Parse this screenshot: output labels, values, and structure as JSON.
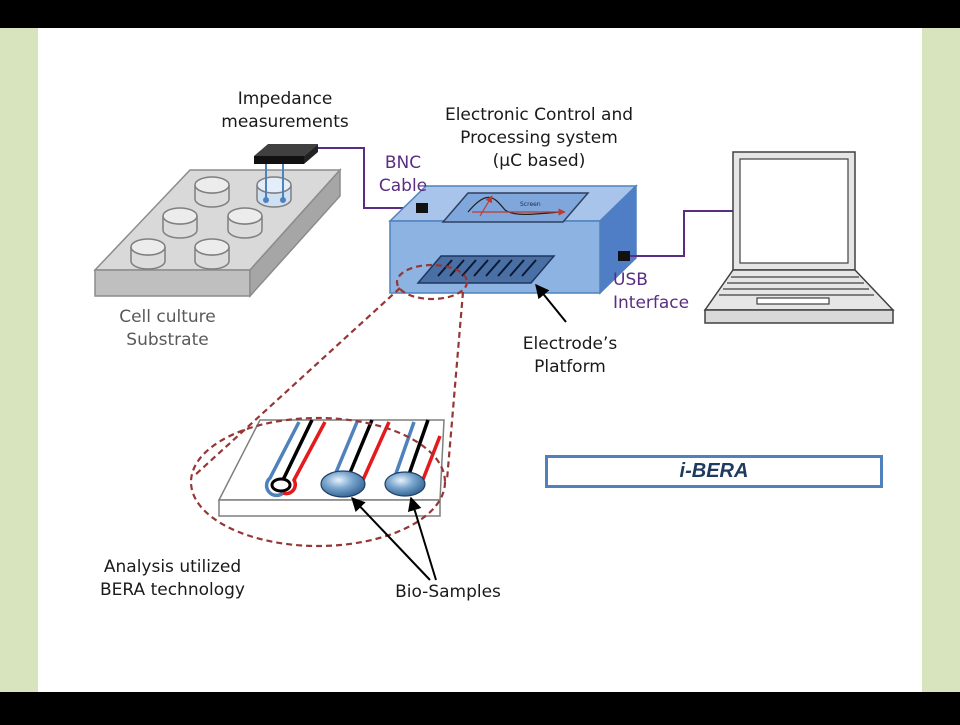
{
  "colors": {
    "frame": "#000000",
    "side_panel": "#d7e4bd",
    "canvas": "#ffffff",
    "device_blue": "#7fa7dc",
    "cable": "#5b2d82",
    "zoom_line": "#953735",
    "electrode_blue": "#4f81bd",
    "electrode_red": "#e41a1c",
    "box_border": "#4f81bd"
  },
  "labels": {
    "impedance": [
      "Impedance",
      "measurements"
    ],
    "control": [
      "Electronic Control and",
      "Processing system",
      "(µC based)"
    ],
    "bnc": [
      "BNC",
      "Cable"
    ],
    "usb": [
      "USB",
      "Interface"
    ],
    "cell_culture": [
      "Cell culture",
      "Substrate"
    ],
    "electrode_platform": [
      "Electrode’s",
      "Platform"
    ],
    "analysis": [
      "Analysis utilized",
      "BERA technology"
    ],
    "bio_samples": "Bio-Samples",
    "screen": "Screen"
  },
  "title_box": {
    "text": "i-BERA"
  }
}
